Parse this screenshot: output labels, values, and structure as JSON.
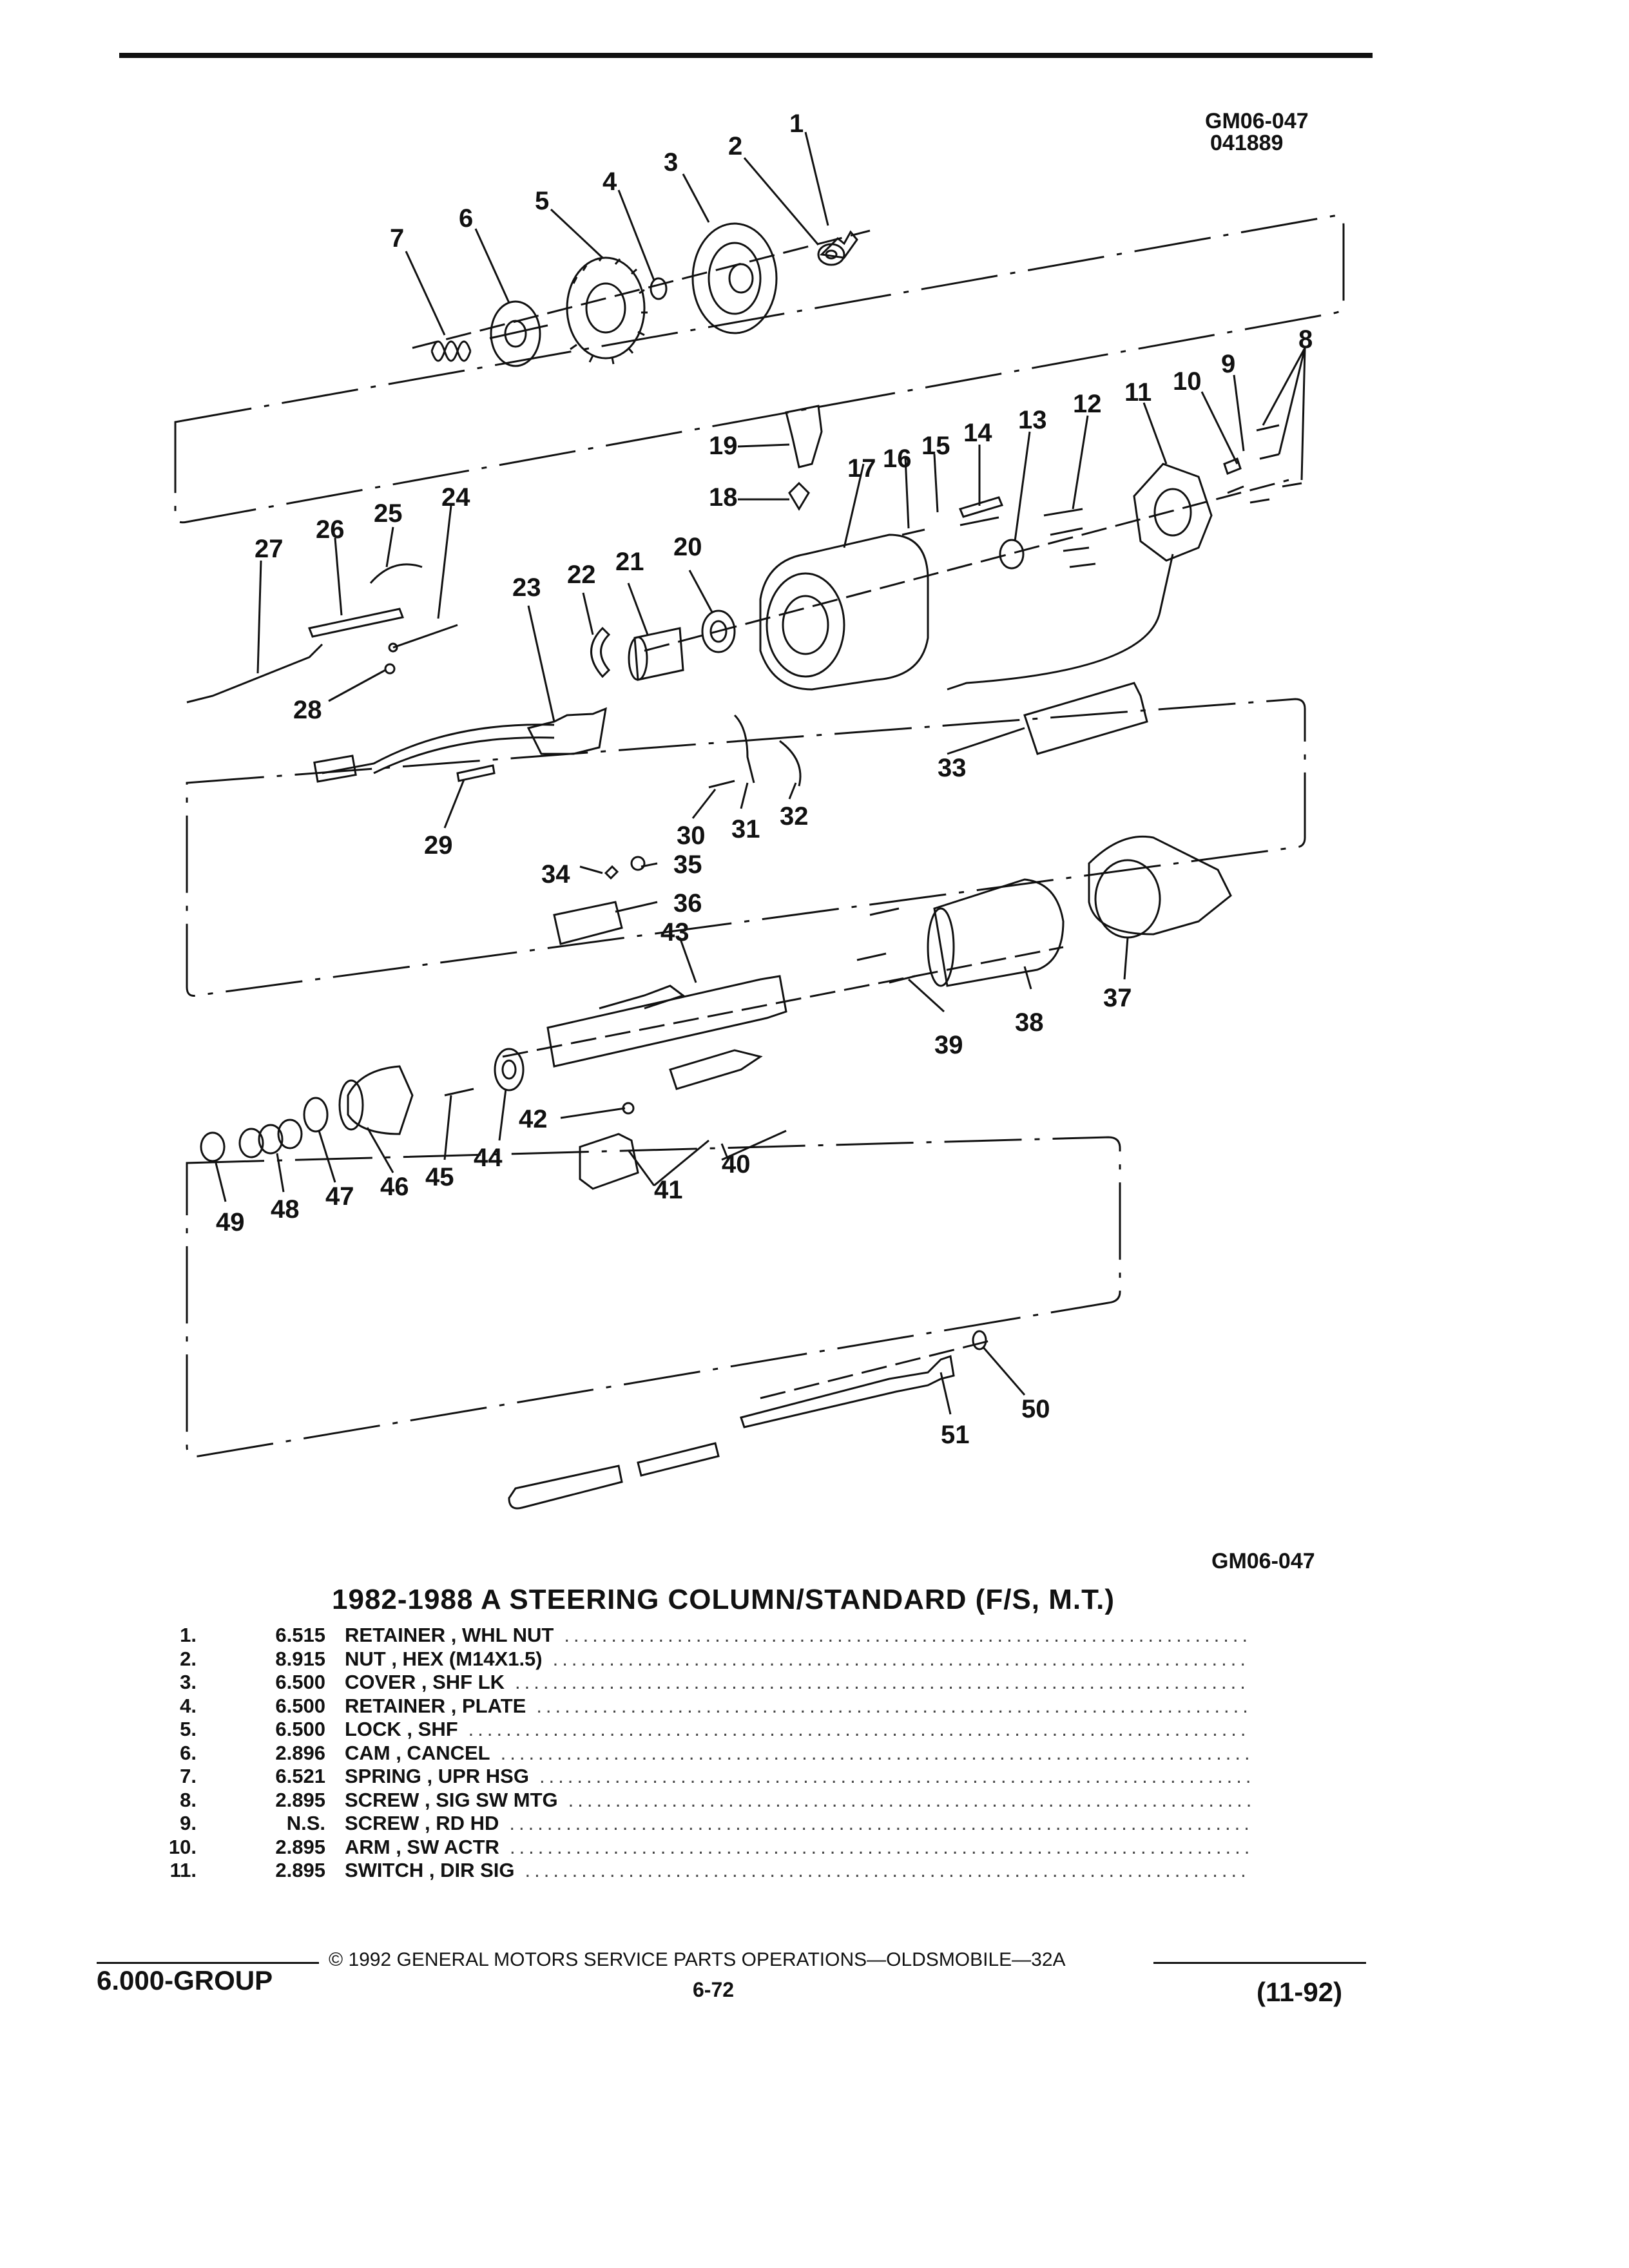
{
  "header": {
    "figure_code": "GM06-047",
    "figure_date": "041889"
  },
  "figure": {
    "callouts": [
      "1",
      "2",
      "3",
      "4",
      "5",
      "6",
      "7",
      "8",
      "9",
      "10",
      "11",
      "12",
      "13",
      "14",
      "15",
      "16",
      "17",
      "18",
      "19",
      "20",
      "21",
      "22",
      "23",
      "24",
      "25",
      "26",
      "27",
      "28",
      "29",
      "30",
      "31",
      "32",
      "33",
      "34",
      "35",
      "36",
      "37",
      "38",
      "39",
      "40",
      "41",
      "42",
      "43",
      "44",
      "45",
      "46",
      "47",
      "48",
      "49",
      "50",
      "51"
    ],
    "footer_code": "GM06-047"
  },
  "parts_list": {
    "title": "1982-1988 A STEERING COLUMN/STANDARD (F/S, M.T.)",
    "items": [
      {
        "no": "1.",
        "ref": "6.515",
        "desc": "RETAINER , WHL NUT"
      },
      {
        "no": "2.",
        "ref": "8.915",
        "desc": "NUT , HEX (M14X1.5)"
      },
      {
        "no": "3.",
        "ref": "6.500",
        "desc": "COVER , SHF LK"
      },
      {
        "no": "4.",
        "ref": "6.500",
        "desc": "RETAINER , PLATE"
      },
      {
        "no": "5.",
        "ref": "6.500",
        "desc": "LOCK , SHF"
      },
      {
        "no": "6.",
        "ref": "2.896",
        "desc": "CAM , CANCEL"
      },
      {
        "no": "7.",
        "ref": "6.521",
        "desc": "SPRING , UPR HSG"
      },
      {
        "no": "8.",
        "ref": "2.895",
        "desc": "SCREW , SIG SW MTG"
      },
      {
        "no": "9.",
        "ref": "N.S.",
        "desc": "SCREW , RD HD"
      },
      {
        "no": "10.",
        "ref": "2.895",
        "desc": "ARM , SW ACTR"
      },
      {
        "no": "11.",
        "ref": "2.895",
        "desc": "SWITCH , DIR SIG"
      }
    ]
  },
  "footer": {
    "copyright": "© 1992 GENERAL MOTORS SERVICE PARTS OPERATIONS—OLDSMOBILE—32A",
    "group": "6.000-GROUP",
    "page": "6-72",
    "date": "(11-92)"
  }
}
